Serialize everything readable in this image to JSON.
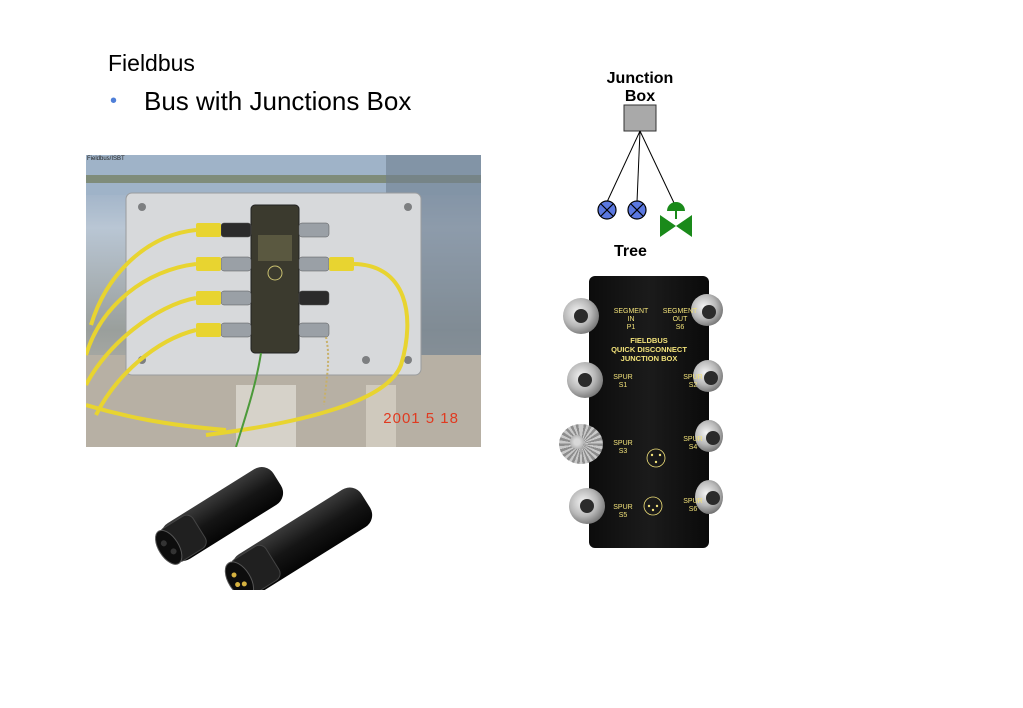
{
  "slide": {
    "heading": "Fieldbus",
    "bullet": "Bus with Junctions Box"
  },
  "photo": {
    "date_stamp": "2001 5 18",
    "credit": "Fieldbus/ISBT"
  },
  "diagram": {
    "junction_box_label_line1": "Junction",
    "junction_box_label_line2": "Box",
    "topology_label": "Tree"
  },
  "quick_disconnect_box": {
    "title_line1": "FIELDBUS",
    "title_line2": "QUICK DISCONNECT",
    "title_line3": "JUNCTION BOX",
    "segment_in": "SEGMENT IN\nP1",
    "segment_out": "SEGMENT OUT\nS6",
    "spur_s1": "SPUR\nS1",
    "spur_s2": "SPUR\nS2",
    "spur_s3": "SPUR\nS3",
    "spur_s4": "SPUR\nS4",
    "spur_s5": "SPUR\nS5",
    "spur_s6": "SPUR\nS6"
  },
  "colors": {
    "bullet": "#4f7fd8",
    "valve": "#1a8a1a",
    "transmitter": "#5b78e0",
    "box_fill": "#a9a9a9",
    "cable": "#e8d430",
    "label_text": "#f2e27a",
    "date_stamp": "#e03a20"
  }
}
